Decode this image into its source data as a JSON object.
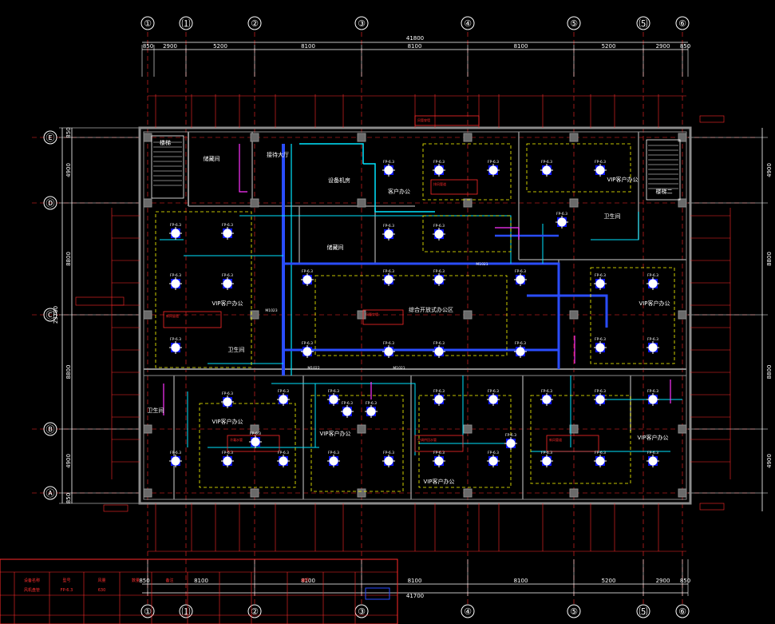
{
  "colors": {
    "background": "#000000",
    "wall": "#8c8c8c",
    "dimension": "#ffffff",
    "duct_supply": "#00e5ff",
    "duct_return": "#2a4dff",
    "hatch_room": "#ffff00",
    "pipe_red": "#ff2a2a",
    "pipe_magenta": "#ff33ff",
    "titleblock": "#ff2a2a"
  },
  "axes": {
    "top_vertical": [
      "①",
      "⑴",
      "②",
      "③",
      "④",
      "⑤",
      "⑸",
      "⑥"
    ],
    "left_horizontal": [
      "Ⓔ",
      "Ⓓ",
      "Ⓒ",
      "Ⓑ",
      "Ⓐ"
    ]
  },
  "dimensions": {
    "top_total": "41800",
    "top_segments": [
      "850",
      "2900",
      "5200",
      "8100",
      "8100",
      "8100",
      "5200",
      "2900",
      "850"
    ],
    "bottom_total": "41700",
    "bottom_segments": [
      "8100",
      "8100",
      "8100",
      "8100",
      "5200",
      "2900",
      "850"
    ],
    "bottom_left": [
      "850"
    ],
    "left_total": "23700",
    "left_segments": [
      "850",
      "4900",
      "8800",
      "8800",
      "4900",
      "850"
    ],
    "right_segments": [
      "4900",
      "8800",
      "8800",
      "4900"
    ]
  },
  "rooms": {
    "stair_left": "楼梯",
    "stair_right": "楼梯二",
    "office_top_left": "储藏间",
    "reception": "接待大厅",
    "equipment": "设备机房",
    "client_office_top": "客户办公",
    "vip_top_right": "VIP客户办公",
    "vip_left": "VIP客户办公",
    "storage_mid": "储藏间",
    "meeting_center": "综合开放式办公区",
    "vip_right": "VIP客户办公",
    "toilet_left": "卫生间",
    "toilet_mid": "卫生间",
    "toilet_right": "卫生间",
    "vip_bottom_left": "VIP客户办公",
    "vip_bottom_mid": "VIP客户办公",
    "vip_bottom_center": "VIP客户办公",
    "vip_bottom_right": "VIP客户办公"
  },
  "unit_tag": "FP-6.3",
  "door_tags": [
    "M1021",
    "M1023",
    "M1022",
    "M1021"
  ],
  "notes": [
    "新风管道",
    "风管穿墙",
    "排风管道",
    "冷凝水管",
    "空调供回水管"
  ],
  "titleblock": {
    "headers": [
      "设备名称",
      "型号",
      "风量",
      "数量",
      "备注",
      "",
      "",
      "",
      "编号"
    ],
    "row1": [
      "风机盘管",
      "FP-6.3",
      "630",
      "",
      "",
      "",
      "",
      "",
      ""
    ]
  }
}
